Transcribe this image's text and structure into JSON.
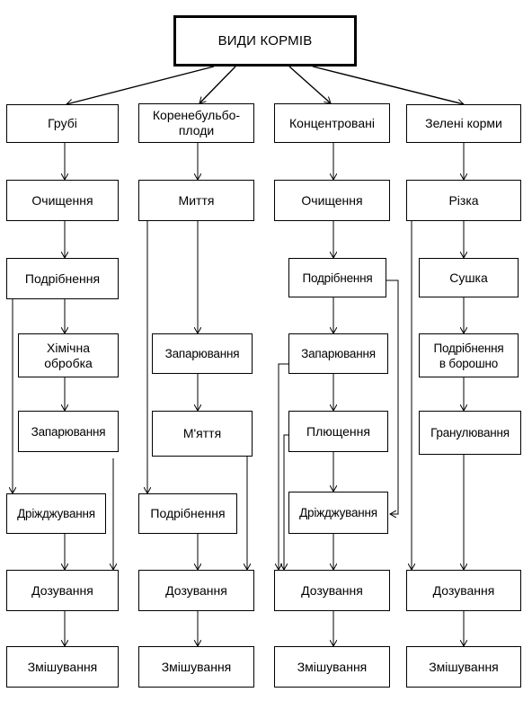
{
  "diagram": {
    "nodes": [
      {
        "id": "title",
        "label": "ВИДИ КОРМІВ"
      },
      {
        "id": "c1-head",
        "label": "Грубі"
      },
      {
        "id": "c1-n1",
        "label": "Очищення"
      },
      {
        "id": "c1-n2",
        "label": "Подрібнення"
      },
      {
        "id": "c1-n3",
        "label": "Хімічна\nобробка"
      },
      {
        "id": "c1-n4",
        "label": "Запарювання"
      },
      {
        "id": "c1-n5",
        "label": "Дріжджування"
      },
      {
        "id": "c1-n6",
        "label": "Дозування"
      },
      {
        "id": "c1-n7",
        "label": "Змішування"
      },
      {
        "id": "c2-head",
        "label": "Коренебульбо-\nплоди"
      },
      {
        "id": "c2-n1",
        "label": "Миття"
      },
      {
        "id": "c2-n2",
        "label": "Запарювання"
      },
      {
        "id": "c2-n3",
        "label": "М'яття"
      },
      {
        "id": "c2-n4",
        "label": "Подрібнення"
      },
      {
        "id": "c2-n5",
        "label": "Дозування"
      },
      {
        "id": "c2-n6",
        "label": "Змішування"
      },
      {
        "id": "c3-head",
        "label": "Концентровані"
      },
      {
        "id": "c3-n1",
        "label": "Очищення"
      },
      {
        "id": "c3-n2",
        "label": "Подрібнення"
      },
      {
        "id": "c3-n3",
        "label": "Запарювання"
      },
      {
        "id": "c3-n4",
        "label": "Плющення"
      },
      {
        "id": "c3-n5",
        "label": "Дріжджування"
      },
      {
        "id": "c3-n6",
        "label": "Дозування"
      },
      {
        "id": "c3-n7",
        "label": "Змішування"
      },
      {
        "id": "c4-head",
        "label": "Зелені корми"
      },
      {
        "id": "c4-n1",
        "label": "Різка"
      },
      {
        "id": "c4-n2",
        "label": "Сушка"
      },
      {
        "id": "c4-n3",
        "label": "Подрібнення\nв борошно"
      },
      {
        "id": "c4-n4",
        "label": "Гранулювання"
      },
      {
        "id": "c4-n5",
        "label": "Дозування"
      },
      {
        "id": "c4-n6",
        "label": "Змішування"
      }
    ],
    "edges": [
      {
        "from": "title",
        "to": "c1-head"
      },
      {
        "from": "title",
        "to": "c2-head"
      },
      {
        "from": "title",
        "to": "c3-head"
      },
      {
        "from": "title",
        "to": "c4-head"
      },
      {
        "from": "c1-head",
        "to": "c1-n1"
      },
      {
        "from": "c1-n1",
        "to": "c1-n2"
      },
      {
        "from": "c1-n2",
        "to": "c1-n3"
      },
      {
        "from": "c1-n3",
        "to": "c1-n4"
      },
      {
        "from": "c1-n2",
        "to": "c1-n5"
      },
      {
        "from": "c1-n5",
        "to": "c1-n6"
      },
      {
        "from": "c1-n4",
        "to": "c1-n6"
      },
      {
        "from": "c1-n6",
        "to": "c1-n7"
      },
      {
        "from": "c2-head",
        "to": "c2-n1"
      },
      {
        "from": "c2-n1",
        "to": "c2-n2"
      },
      {
        "from": "c2-n2",
        "to": "c2-n3"
      },
      {
        "from": "c2-n1",
        "to": "c2-n4"
      },
      {
        "from": "c2-n4",
        "to": "c2-n5"
      },
      {
        "from": "c2-n3",
        "to": "c2-n5"
      },
      {
        "from": "c2-n5",
        "to": "c2-n6"
      },
      {
        "from": "c3-head",
        "to": "c3-n1"
      },
      {
        "from": "c3-n1",
        "to": "c3-n2"
      },
      {
        "from": "c3-n2",
        "to": "c3-n3"
      },
      {
        "from": "c3-n3",
        "to": "c3-n4"
      },
      {
        "from": "c3-n2",
        "to": "c3-n5"
      },
      {
        "from": "c3-n3",
        "to": "c3-n6"
      },
      {
        "from": "c3-n4",
        "to": "c3-n6"
      },
      {
        "from": "c3-n5",
        "to": "c3-n6"
      },
      {
        "from": "c3-n6",
        "to": "c3-n7"
      },
      {
        "from": "c4-head",
        "to": "c4-n1"
      },
      {
        "from": "c4-n1",
        "to": "c4-n2"
      },
      {
        "from": "c4-n2",
        "to": "c4-n3"
      },
      {
        "from": "c4-n3",
        "to": "c4-n4"
      },
      {
        "from": "c4-n1",
        "to": "c4-n5"
      },
      {
        "from": "c4-n4",
        "to": "c4-n5"
      },
      {
        "from": "c4-n5",
        "to": "c4-n6"
      }
    ]
  }
}
